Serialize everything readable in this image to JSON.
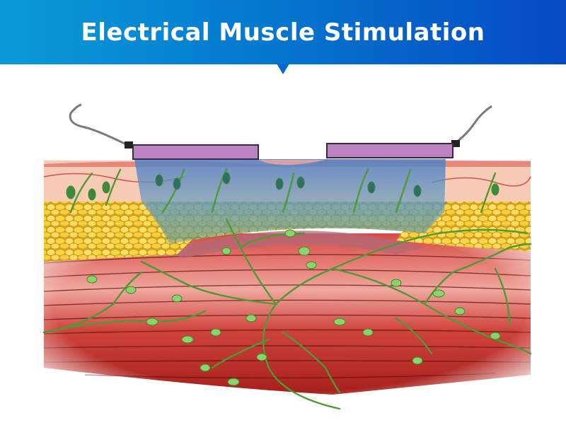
{
  "header": {
    "title": "Electrical Muscle Stimulation",
    "gradient": [
      "#0a9bd8",
      "#0549c3"
    ],
    "notch_color": "#0468cc"
  },
  "illustration": {
    "subject": "cross-section of skin, fat and muscle with two electrode pads",
    "layers": [
      "skin",
      "subcutaneous fat",
      "muscle",
      "nerves"
    ],
    "electrodes": [
      {
        "position": "left",
        "color": "#bd82c4"
      },
      {
        "position": "right",
        "color": "#bd82c4"
      }
    ],
    "colors": {
      "skin": "#f6c9b4",
      "fat": "#f3cf3a",
      "muscle": "#c8302c",
      "muscle_light": "#ef9c94",
      "nerve": "#5da83a",
      "nerve_node": "#8fd16a",
      "current_field": "#5b8ed0",
      "wire": "#7a7a7a"
    }
  }
}
